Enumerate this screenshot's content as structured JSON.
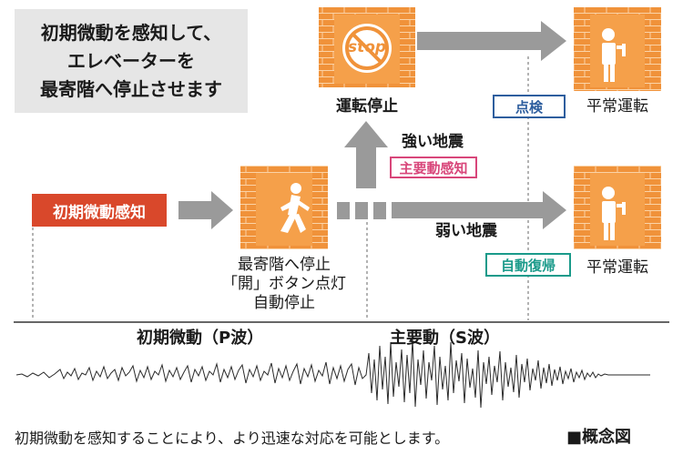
{
  "intro": {
    "line1": "初期微動を感知して、",
    "line2": "エレベーターを",
    "line3": "最寄階へ停止させます"
  },
  "detect_label": "初期微動感知",
  "nearest_stop": {
    "line1": "最寄階へ停止",
    "line2": "「開」ボタン点灯",
    "line3": "自動停止"
  },
  "stop": {
    "icon_text": "stop",
    "label": "運転停止"
  },
  "strong_quake": {
    "label": "強い地震",
    "tag": "主要動感知"
  },
  "weak_quake": {
    "label": "弱い地震",
    "tag": "自動復帰"
  },
  "inspection_tag": "点検",
  "normal_top": "平常運転",
  "normal_bottom": "平常運転",
  "waves": {
    "p_wave": "初期微動（P波）",
    "s_wave": "主要動（S波）"
  },
  "footer_note": "初期微動を感知することにより、より迅速な対応を可能とします。",
  "concept_label": "■概念図",
  "colors": {
    "orange": "#f0923a",
    "brick": "#e08020",
    "red": "#d9482b",
    "arrow": "#9a9a9a",
    "pink_tag": "#d8467a",
    "blue_tag": "#2e5e9e",
    "teal_tag": "#1a9a8a"
  }
}
